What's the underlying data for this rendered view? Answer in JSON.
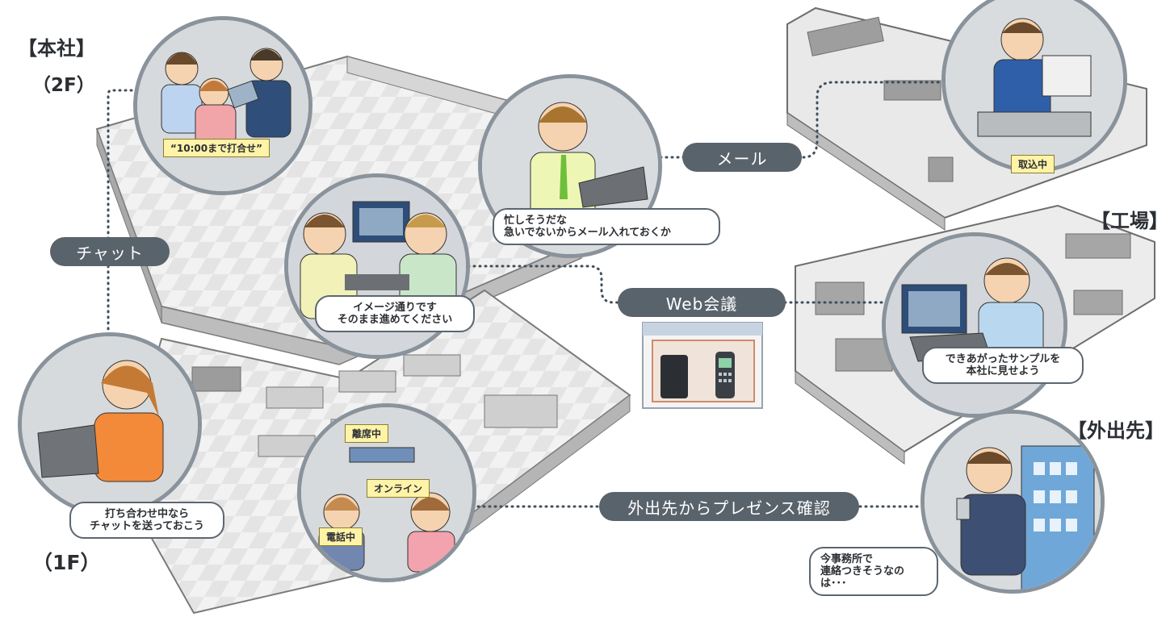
{
  "regions": {
    "honsha": "【本社】",
    "floor_2f": "（2F）",
    "floor_1f": "（1F）",
    "kojo": "【工場】",
    "gaishutsu": "【外出先】"
  },
  "channels": {
    "chat": "チャット",
    "mail": "メール",
    "web_meeting": "Web会議",
    "presence": "外出先からプレゼンス確認"
  },
  "bubbles": {
    "busy_mail": "忙しそうだな\n急いでないからメール入れておくか",
    "image_ok": "イメージ通りです\nそのまま進めてください",
    "chat_send": "打ち合わせ中なら\nチャットを送っておこう",
    "sample": "できあがったサンプルを\n本社に見せよう",
    "contact": "今事務所で\n連絡つきそうなのは･･･"
  },
  "tags": {
    "meeting": "“10:00まで打合せ”",
    "scanning": "取込中",
    "away": "離席中",
    "online": "オンライン",
    "on_phone": "電話中"
  },
  "colors": {
    "pill": "#59636c",
    "tag": "#fff3a8",
    "circle_border": "#8a939b",
    "dotted_line": "#3f4e5b"
  }
}
